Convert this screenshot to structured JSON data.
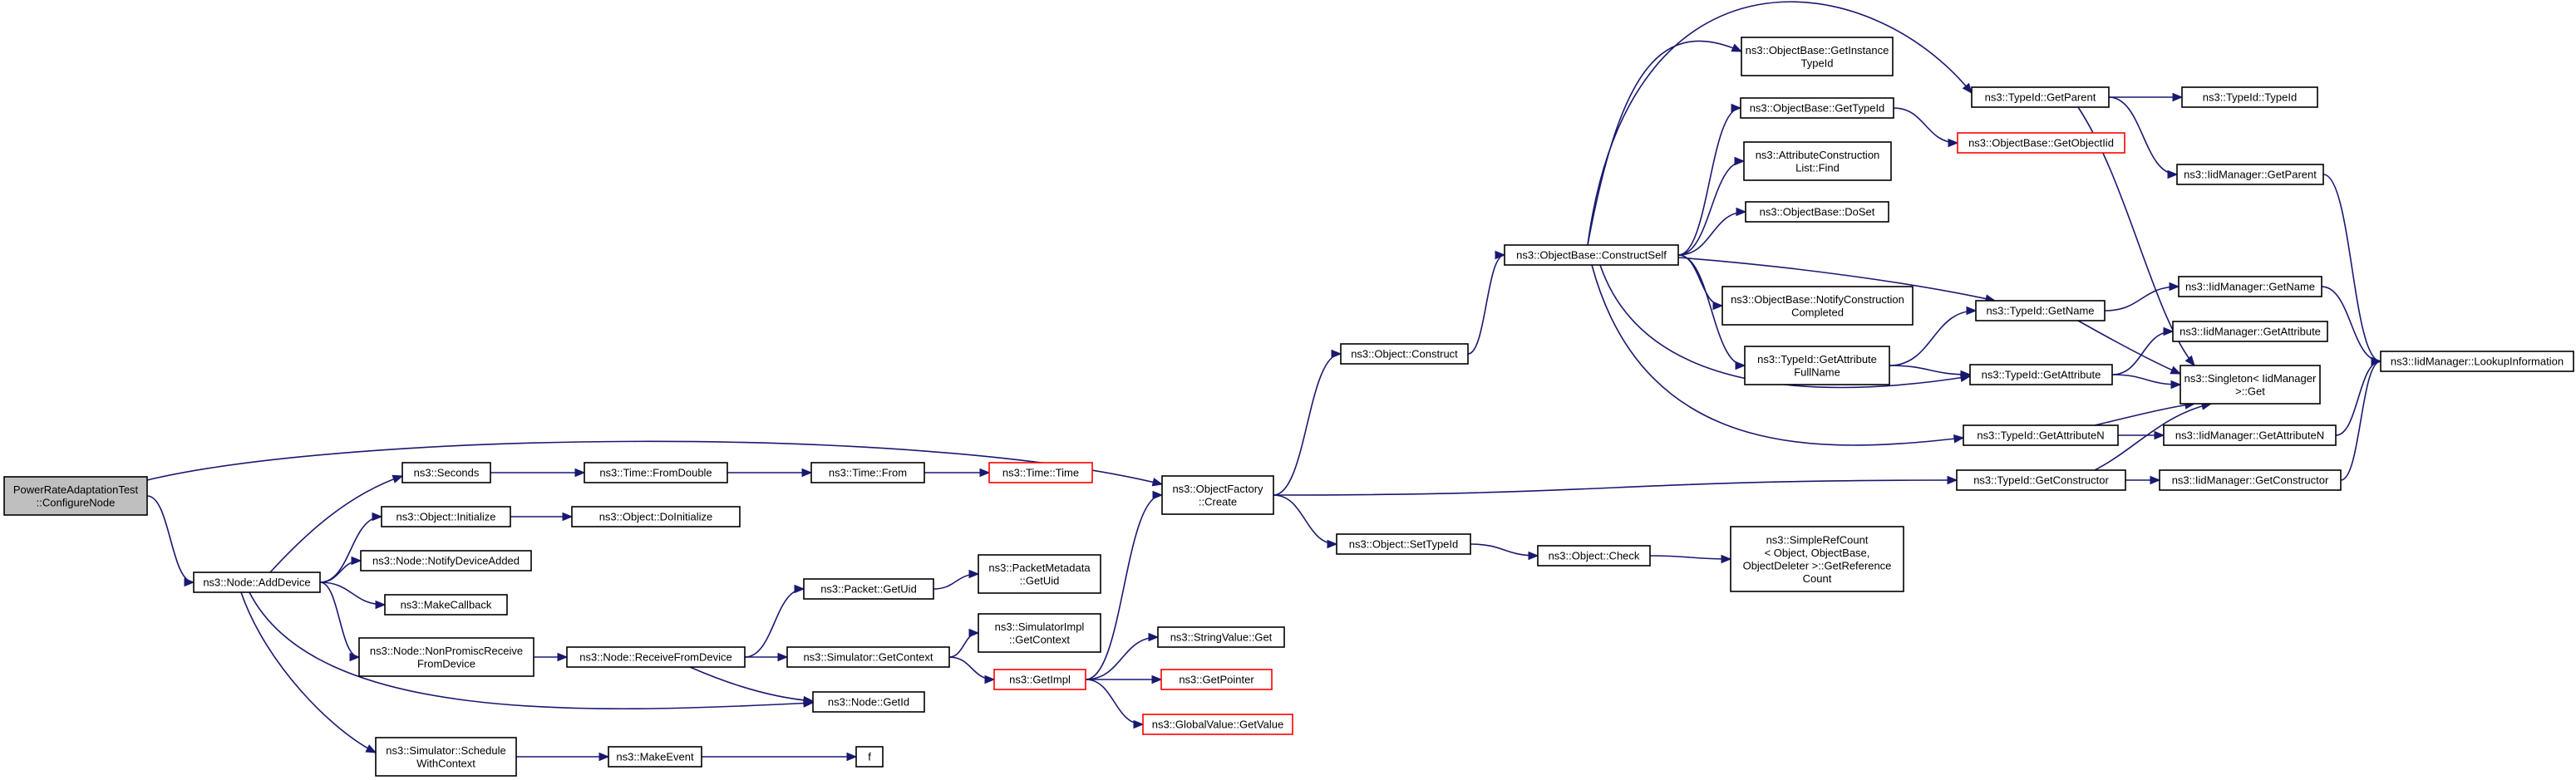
{
  "colors": {
    "edge": "#191970",
    "node_border": "#000000",
    "truncated_border": "#ff0000",
    "root_fill": "#bfbfbf",
    "background": "#ffffff"
  },
  "nodes": [
    {
      "id": "configure",
      "lines": [
        "PowerRateAdaptationTest",
        "::ConfigureNode"
      ],
      "style": "root"
    },
    {
      "id": "adddevice",
      "lines": [
        "ns3::Node::AddDevice"
      ]
    },
    {
      "id": "seconds",
      "lines": [
        "ns3::Seconds"
      ]
    },
    {
      "id": "initialize",
      "lines": [
        "ns3::Object::Initialize"
      ]
    },
    {
      "id": "notifydev",
      "lines": [
        "ns3::Node::NotifyDeviceAdded"
      ]
    },
    {
      "id": "makecb",
      "lines": [
        "ns3::MakeCallback"
      ]
    },
    {
      "id": "nonpromisc",
      "lines": [
        "ns3::Node::NonPromiscReceive",
        "FromDevice"
      ]
    },
    {
      "id": "schedule",
      "lines": [
        "ns3::Simulator::Schedule",
        "WithContext"
      ]
    },
    {
      "id": "fromdouble",
      "lines": [
        "ns3::Time::FromDouble"
      ]
    },
    {
      "id": "doinit",
      "lines": [
        "ns3::Object::DoInitialize"
      ]
    },
    {
      "id": "receive",
      "lines": [
        "ns3::Node::ReceiveFromDevice"
      ]
    },
    {
      "id": "makeevent",
      "lines": [
        "ns3::MakeEvent"
      ]
    },
    {
      "id": "timefrom",
      "lines": [
        "ns3::Time::From"
      ]
    },
    {
      "id": "pktuid",
      "lines": [
        "ns3::Packet::GetUid"
      ]
    },
    {
      "id": "simctx",
      "lines": [
        "ns3::Simulator::GetContext"
      ]
    },
    {
      "id": "getid",
      "lines": [
        "ns3::Node::GetId"
      ]
    },
    {
      "id": "f",
      "lines": [
        "f"
      ]
    },
    {
      "id": "timetime",
      "lines": [
        "ns3::Time::Time"
      ],
      "style": "trunc"
    },
    {
      "id": "pmuid",
      "lines": [
        "ns3::PacketMetadata",
        "::GetUid"
      ]
    },
    {
      "id": "simimplctx",
      "lines": [
        "ns3::SimulatorImpl",
        "::GetContext"
      ]
    },
    {
      "id": "getimpl",
      "lines": [
        "ns3::GetImpl"
      ],
      "style": "trunc"
    },
    {
      "id": "ofcreate",
      "lines": [
        "ns3::ObjectFactory",
        "::Create"
      ]
    },
    {
      "id": "strget",
      "lines": [
        "ns3::StringValue::Get"
      ]
    },
    {
      "id": "getptr",
      "lines": [
        "ns3::GetPointer"
      ],
      "style": "trunc"
    },
    {
      "id": "gvget",
      "lines": [
        "ns3::GlobalValue::GetValue"
      ],
      "style": "trunc"
    },
    {
      "id": "construct",
      "lines": [
        "ns3::Object::Construct"
      ]
    },
    {
      "id": "settypeid",
      "lines": [
        "ns3::Object::SetTypeId"
      ]
    },
    {
      "id": "check",
      "lines": [
        "ns3::Object::Check"
      ]
    },
    {
      "id": "simpleref",
      "lines": [
        "ns3::SimpleRefCount",
        "< Object, ObjectBase,",
        "ObjectDeleter >::GetReference",
        "Count"
      ]
    },
    {
      "id": "constructself",
      "lines": [
        "ns3::ObjectBase::ConstructSelf"
      ]
    },
    {
      "id": "getinst",
      "lines": [
        "ns3::ObjectBase::GetInstance",
        "TypeId"
      ]
    },
    {
      "id": "gettypeid",
      "lines": [
        "ns3::ObjectBase::GetTypeId"
      ]
    },
    {
      "id": "acfind",
      "lines": [
        "ns3::AttributeConstruction",
        "List::Find"
      ]
    },
    {
      "id": "doset",
      "lines": [
        "ns3::ObjectBase::DoSet"
      ]
    },
    {
      "id": "notifyconst",
      "lines": [
        "ns3::ObjectBase::NotifyConstruction",
        "Completed"
      ]
    },
    {
      "id": "getattrfull",
      "lines": [
        "ns3::TypeId::GetAttribute",
        "FullName"
      ]
    },
    {
      "id": "getobjectiid",
      "lines": [
        "ns3::ObjectBase::GetObjectIid"
      ],
      "style": "trunc"
    },
    {
      "id": "tgetparent",
      "lines": [
        "ns3::TypeId::GetParent"
      ]
    },
    {
      "id": "tgetname",
      "lines": [
        "ns3::TypeId::GetName"
      ]
    },
    {
      "id": "tgetattr",
      "lines": [
        "ns3::TypeId::GetAttribute"
      ]
    },
    {
      "id": "tgetattrn",
      "lines": [
        "ns3::TypeId::GetAttributeN"
      ]
    },
    {
      "id": "tgetctor",
      "lines": [
        "ns3::TypeId::GetConstructor"
      ]
    },
    {
      "id": "ttypeid",
      "lines": [
        "ns3::TypeId::TypeId"
      ]
    },
    {
      "id": "iidparent",
      "lines": [
        "ns3::IidManager::GetParent"
      ]
    },
    {
      "id": "iidname",
      "lines": [
        "ns3::IidManager::GetName"
      ]
    },
    {
      "id": "iidattr",
      "lines": [
        "ns3::IidManager::GetAttribute"
      ]
    },
    {
      "id": "singleton",
      "lines": [
        "ns3::Singleton< IidManager",
        ">::Get"
      ]
    },
    {
      "id": "iidattrn",
      "lines": [
        "ns3::IidManager::GetAttributeN"
      ]
    },
    {
      "id": "iidctor",
      "lines": [
        "ns3::IidManager::GetConstructor"
      ]
    },
    {
      "id": "lookup",
      "lines": [
        "ns3::IidManager::LookupInformation"
      ]
    }
  ],
  "edges": [
    [
      "configure",
      "adddevice"
    ],
    [
      "configure",
      "ofcreate"
    ],
    [
      "adddevice",
      "seconds"
    ],
    [
      "adddevice",
      "initialize"
    ],
    [
      "adddevice",
      "notifydev"
    ],
    [
      "adddevice",
      "makecb"
    ],
    [
      "adddevice",
      "nonpromisc"
    ],
    [
      "adddevice",
      "getid"
    ],
    [
      "adddevice",
      "schedule"
    ],
    [
      "seconds",
      "fromdouble"
    ],
    [
      "fromdouble",
      "timefrom"
    ],
    [
      "timefrom",
      "timetime"
    ],
    [
      "initialize",
      "doinit"
    ],
    [
      "nonpromisc",
      "receive"
    ],
    [
      "receive",
      "pktuid"
    ],
    [
      "receive",
      "simctx"
    ],
    [
      "receive",
      "getid"
    ],
    [
      "pktuid",
      "pmuid"
    ],
    [
      "simctx",
      "simimplctx"
    ],
    [
      "simctx",
      "getimpl"
    ],
    [
      "getimpl",
      "ofcreate"
    ],
    [
      "getimpl",
      "strget"
    ],
    [
      "getimpl",
      "getptr"
    ],
    [
      "getimpl",
      "gvget"
    ],
    [
      "schedule",
      "makeevent"
    ],
    [
      "makeevent",
      "f"
    ],
    [
      "ofcreate",
      "construct"
    ],
    [
      "ofcreate",
      "settypeid"
    ],
    [
      "ofcreate",
      "tgetctor"
    ],
    [
      "construct",
      "constructself"
    ],
    [
      "settypeid",
      "check"
    ],
    [
      "check",
      "simpleref"
    ],
    [
      "constructself",
      "getinst"
    ],
    [
      "constructself",
      "gettypeid"
    ],
    [
      "constructself",
      "acfind"
    ],
    [
      "constructself",
      "doset"
    ],
    [
      "constructself",
      "notifyconst"
    ],
    [
      "constructself",
      "getattrfull"
    ],
    [
      "constructself",
      "tgetparent"
    ],
    [
      "constructself",
      "tgetname"
    ],
    [
      "constructself",
      "tgetattr"
    ],
    [
      "constructself",
      "tgetattrn"
    ],
    [
      "gettypeid",
      "getobjectiid"
    ],
    [
      "getattrfull",
      "tgetname"
    ],
    [
      "getattrfull",
      "tgetattr"
    ],
    [
      "tgetparent",
      "ttypeid"
    ],
    [
      "tgetparent",
      "iidparent"
    ],
    [
      "tgetparent",
      "singleton"
    ],
    [
      "tgetname",
      "iidname"
    ],
    [
      "tgetname",
      "singleton"
    ],
    [
      "tgetattr",
      "iidattr"
    ],
    [
      "tgetattr",
      "singleton"
    ],
    [
      "tgetattrn",
      "iidattrn"
    ],
    [
      "tgetattrn",
      "singleton"
    ],
    [
      "tgetctor",
      "iidctor"
    ],
    [
      "tgetctor",
      "singleton"
    ],
    [
      "iidparent",
      "lookup"
    ],
    [
      "iidname",
      "lookup"
    ],
    [
      "iidattrn",
      "lookup"
    ],
    [
      "iidctor",
      "lookup"
    ]
  ]
}
